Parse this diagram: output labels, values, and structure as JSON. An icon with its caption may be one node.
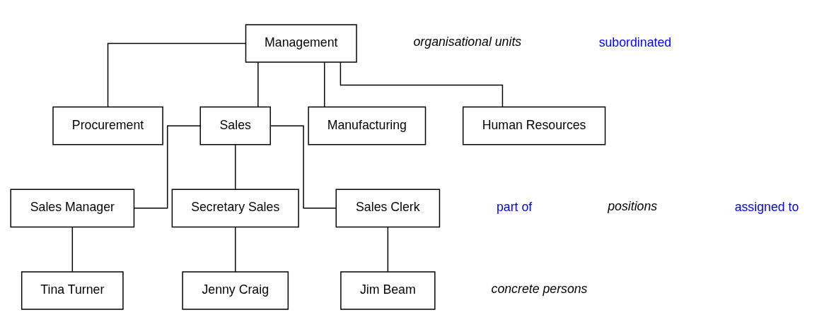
{
  "diagram": {
    "nodes": [
      {
        "text": [
          "Management"
        ]
      },
      {
        "text": [
          "Procurement"
        ]
      },
      {
        "text": [
          "Sales"
        ]
      },
      {
        "text": [
          "Manufacturing"
        ]
      },
      {
        "text": [
          "Human Resources"
        ]
      },
      {
        "text": [
          "Sales Manager"
        ]
      },
      {
        "text": [
          "Secretary Sales"
        ]
      },
      {
        "text": [
          "Sales Clerk"
        ]
      },
      {
        "text": [
          "Tina Turner"
        ]
      },
      {
        "text": [
          "Jenny Craig"
        ]
      },
      {
        "text": [
          "Jim Beam"
        ]
      }
    ],
    "edges": [
      {
        "from": 0,
        "to": 1,
        "arrow": "none"
      },
      {
        "from": 0,
        "to": 2,
        "arrow": "none"
      },
      {
        "from": 0,
        "to": 3,
        "arrow": "none"
      },
      {
        "from": 0,
        "to": 4,
        "arrow": "none"
      },
      {
        "from": 2,
        "to": 5,
        "arrow": "none"
      },
      {
        "from": 2,
        "to": 6,
        "arrow": "none"
      },
      {
        "from": 2,
        "to": 7,
        "arrow": "none"
      },
      {
        "from": 5,
        "to": 8,
        "arrow": "none"
      },
      {
        "from": 6,
        "to": 9,
        "arrow": "none"
      },
      {
        "from": 7,
        "to": 10,
        "arrow": "none"
      }
    ],
    "labels": [
      "organisational units",
      "subordinated",
      "part of",
      "positions",
      "assigned to",
      "concrete persons"
    ]
  }
}
